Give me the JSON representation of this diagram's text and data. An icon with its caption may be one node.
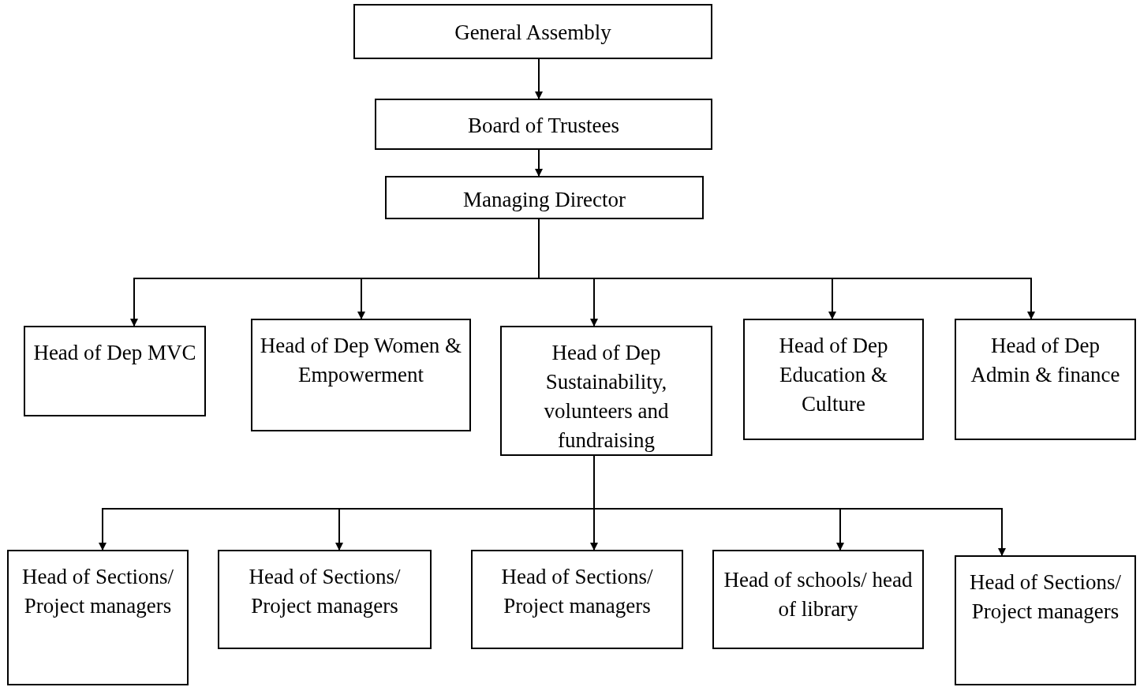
{
  "diagram": {
    "nodes": [
      {
        "text": [
          "General Assembly"
        ]
      },
      {
        "text": [
          "Board of Trustees"
        ]
      },
      {
        "text": [
          "Managing Director"
        ]
      },
      {
        "text": [
          "Head of Dep MVC"
        ]
      },
      {
        "text": [
          "Head of Dep Women & Empowerment"
        ]
      },
      {
        "text": [
          "Head of Dep Sustainability, volunteers and fundraising"
        ]
      },
      {
        "text": [
          "Head of Dep Education & Culture"
        ]
      },
      {
        "text": [
          "Head of Dep Admin & finance"
        ]
      },
      {
        "text": [
          "Head of Sections/ Project managers"
        ]
      },
      {
        "text": [
          "Head of Sections/ Project managers"
        ]
      },
      {
        "text": [
          "Head of Sections/ Project managers"
        ]
      },
      {
        "text": [
          "Head of schools/ head of library"
        ]
      },
      {
        "text": [
          "Head of Sections/ Project managers"
        ]
      }
    ],
    "edges": [
      {
        "from": 0,
        "to": 1,
        "arrow": "to"
      },
      {
        "from": 1,
        "to": 2,
        "arrow": "to"
      },
      {
        "from": 2,
        "to": 3,
        "arrow": "to"
      },
      {
        "from": 2,
        "to": 4,
        "arrow": "to"
      },
      {
        "from": 2,
        "to": 5,
        "arrow": "to"
      },
      {
        "from": 2,
        "to": 6,
        "arrow": "to"
      },
      {
        "from": 2,
        "to": 7,
        "arrow": "to"
      },
      {
        "from": 5,
        "to": 8,
        "arrow": "to"
      },
      {
        "from": 5,
        "to": 9,
        "arrow": "to"
      },
      {
        "from": 5,
        "to": 10,
        "arrow": "to"
      },
      {
        "from": 5,
        "to": 11,
        "arrow": "to"
      },
      {
        "from": 5,
        "to": 12,
        "arrow": "to"
      }
    ]
  }
}
